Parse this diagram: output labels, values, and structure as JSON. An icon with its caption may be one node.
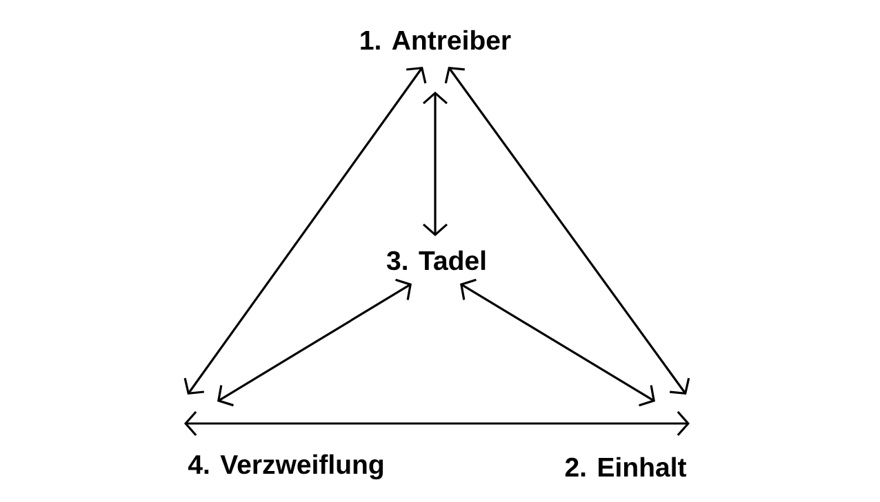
{
  "diagram": {
    "nodes": [
      {
        "text": [
          "1. Antreiber"
        ]
      },
      {
        "text": [
          "2. Einhalt"
        ]
      },
      {
        "text": [
          "3. Tadel"
        ]
      },
      {
        "text": [
          "4. Verzweiflung"
        ]
      }
    ],
    "edges": [
      {
        "from": 0,
        "to": 3,
        "arrow": "both"
      },
      {
        "from": 0,
        "to": 1,
        "arrow": "both"
      },
      {
        "from": 0,
        "to": 2,
        "arrow": "both"
      },
      {
        "from": 2,
        "to": 3,
        "arrow": "both"
      },
      {
        "from": 2,
        "to": 1,
        "arrow": "both"
      },
      {
        "from": 3,
        "to": 1,
        "arrow": "both"
      }
    ]
  }
}
